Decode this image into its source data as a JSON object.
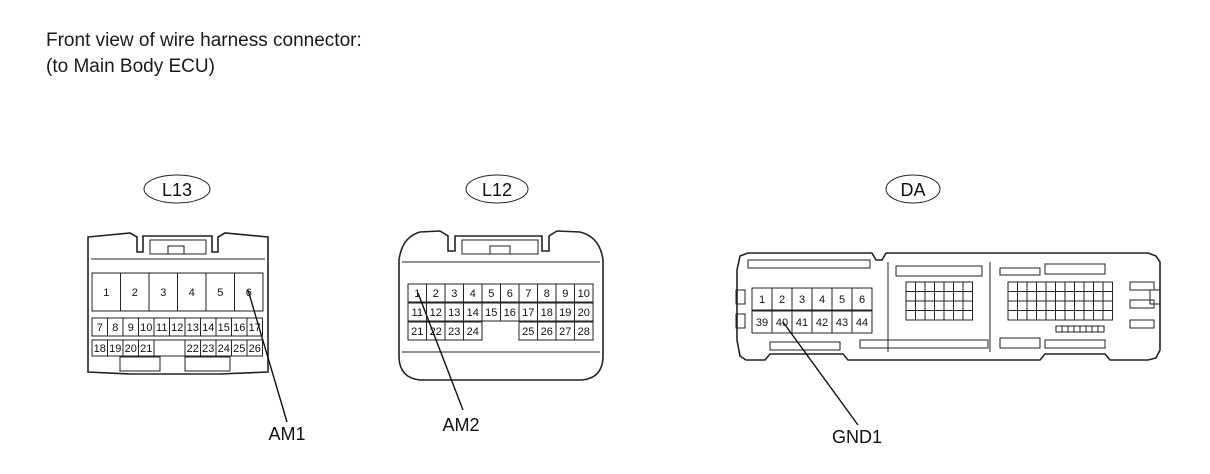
{
  "header": {
    "line1": "Front view of wire harness connector:",
    "line2": "(to Main Body ECU)"
  },
  "connectors": [
    {
      "id": "L13",
      "rows": [
        [
          "1",
          "2",
          "3",
          "4",
          "5",
          "6"
        ],
        [
          "7",
          "8",
          "9",
          "10",
          "11",
          "12",
          "13",
          "14",
          "15",
          "16",
          "17"
        ],
        [
          "18",
          "19",
          "20",
          "21",
          "",
          "",
          "22",
          "23",
          "24",
          "25",
          "26"
        ]
      ],
      "callout": "AM1"
    },
    {
      "id": "L12",
      "rows": [
        [
          "1",
          "2",
          "3",
          "4",
          "5",
          "6",
          "7",
          "8",
          "9",
          "10"
        ],
        [
          "11",
          "12",
          "13",
          "14",
          "15",
          "16",
          "17",
          "18",
          "19",
          "20"
        ],
        [
          "21",
          "22",
          "23",
          "24",
          "",
          "",
          "25",
          "26",
          "27",
          "28"
        ]
      ],
      "callout": "AM2"
    },
    {
      "id": "DA",
      "rows": [
        [
          "1",
          "2",
          "3",
          "4",
          "5",
          "6"
        ],
        [
          "39",
          "40",
          "41",
          "42",
          "43",
          "44"
        ]
      ],
      "callout": "GND1"
    }
  ]
}
